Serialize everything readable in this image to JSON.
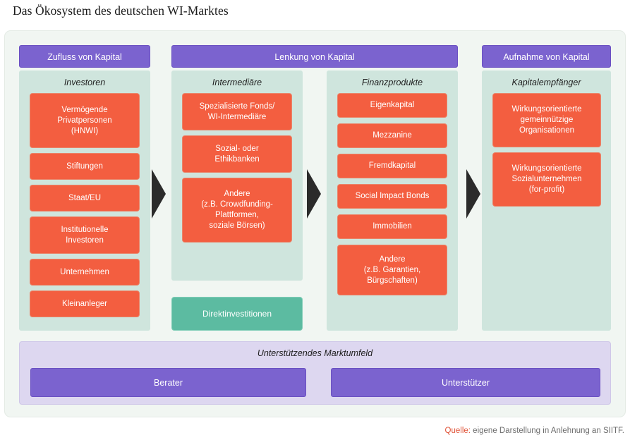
{
  "title": "Das Ökosystem des deutschen WI-Marktes",
  "stages": [
    {
      "id": "zufluss",
      "header": "Zufluss von Kapital"
    },
    {
      "id": "lenkung",
      "header": "Lenkung von Kapital"
    },
    {
      "id": "aufnahme",
      "header": "Aufnahme von Kapital"
    }
  ],
  "groups": {
    "investoren": {
      "title": "Investoren",
      "items": [
        {
          "label": "Vermögende\nPrivatpersonen\n(HNWI)"
        },
        {
          "label": "Stiftungen"
        },
        {
          "label": "Staat/EU"
        },
        {
          "label": "Institutionelle\nInvestoren"
        },
        {
          "label": "Unternehmen"
        },
        {
          "label": "Kleinanleger"
        }
      ]
    },
    "intermediaere": {
      "title": "Intermediäre",
      "items": [
        {
          "label": "Spezialisierte Fonds/\nWI-Intermediäre"
        },
        {
          "label": "Sozial- oder\nEthikbanken"
        },
        {
          "label": "Andere\n(z.B. Crowdfunding-\nPlattformen,\nsoziale Börsen)"
        }
      ]
    },
    "finanzprodukte": {
      "title": "Finanzprodukte",
      "items": [
        {
          "label": "Eigenkapital"
        },
        {
          "label": "Mezzanine"
        },
        {
          "label": "Fremdkapital"
        },
        {
          "label": "Social Impact Bonds"
        },
        {
          "label": "Immobilien"
        },
        {
          "label": "Andere\n(z.B. Garantien,\nBürgschaften)"
        }
      ]
    },
    "kapitalempfaenger": {
      "title": "Kapitalempfänger",
      "items": [
        {
          "label": "Wirkungsorientierte\ngemeinnützige\nOrganisationen"
        },
        {
          "label": "Wirkungsorientierte\nSozialunternehmen\n(for-profit)"
        }
      ]
    }
  },
  "direct_investment": {
    "label": "Direktinvestitionen"
  },
  "support": {
    "title": "Unterstützendes Marktumfeld",
    "boxes": [
      {
        "label": "Berater"
      },
      {
        "label": "Unterstützer"
      }
    ]
  },
  "source": {
    "label": "Quelle:",
    "text": " eigene Darstellung in Anlehnung an SIITF."
  },
  "colors": {
    "stage_header": "#7b63cf",
    "group_background": "#cfe5dd",
    "item_box": "#f35e40",
    "direct_investment": "#5cbba1",
    "support_band": "#ddd7f0",
    "panel_background": "#f1f6f2",
    "arrow": "#2b2b2b",
    "source_label": "#e0553a"
  }
}
